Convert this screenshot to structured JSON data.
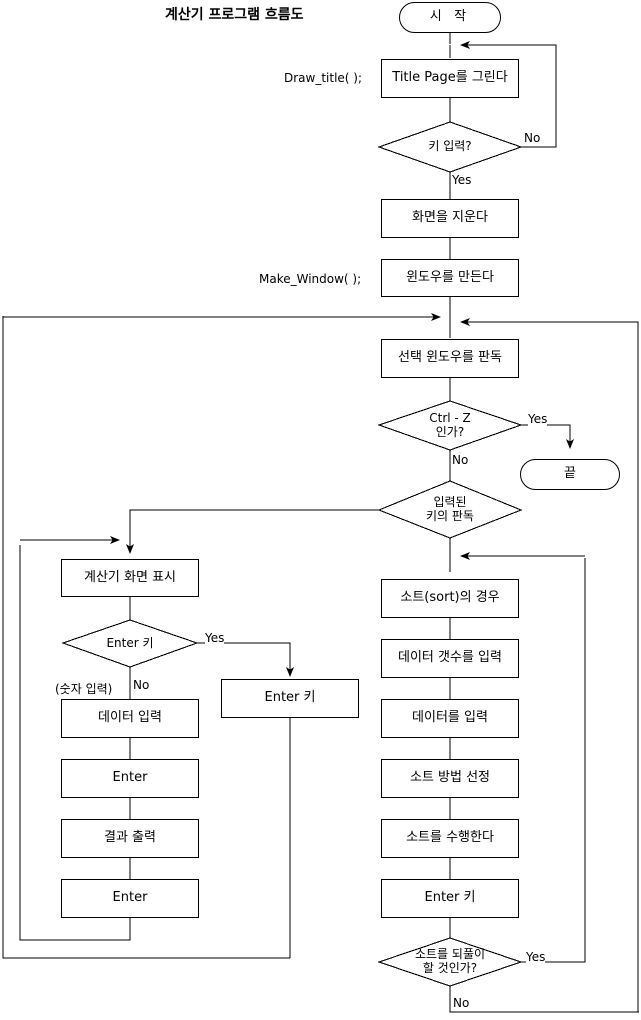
{
  "diagram": {
    "title": "계산기 프로그램 흐름도",
    "stroke_color": "#000000",
    "background_color": "#ffffff"
  },
  "nodes": {
    "start": "시  작",
    "draw_title": "Title Page를 그린다",
    "key_input_q": "키 입력?",
    "clear_screen": "화면을 지운다",
    "make_window": "윈도우를 만든다",
    "read_selected_window": "선택 윈도우를 판독",
    "ctrl_z_q_line1": "Ctrl - Z",
    "ctrl_z_q_line2": "인가?",
    "end": "끝",
    "read_key_q_line1": "입력된",
    "read_key_q_line2": "키의 판독",
    "calc_display": "계산기 화면 표시",
    "enter_key_q": "Enter 키",
    "enter_key_box": "Enter 키",
    "data_input": "데이터 입력",
    "enter_1": "Enter",
    "result_output": "결과 출력",
    "enter_2": "Enter",
    "sort_case": "소트(sort)의 경우",
    "input_data_count": "데이터 갯수를 입력",
    "input_data": "데이터를 입력",
    "select_sort_method": "소트 방법 선정",
    "perform_sort": "소트를 수행한다",
    "enter_key_sort": "Enter 키",
    "repeat_sort_q_line1": "소트를 되풀이",
    "repeat_sort_q_line2": "할 것인가?"
  },
  "annotations": {
    "draw_title_call": "Draw_title( );",
    "make_window_call": "Make_Window( );",
    "number_input_note": "(숫자 입력)"
  },
  "edge_labels": {
    "key_input_no": "No",
    "key_input_yes": "Yes",
    "ctrl_z_yes": "Yes",
    "ctrl_z_no": "No",
    "enter_key_yes": "Yes",
    "enter_key_no": "No",
    "repeat_sort_yes": "Yes",
    "repeat_sort_no": "No"
  }
}
